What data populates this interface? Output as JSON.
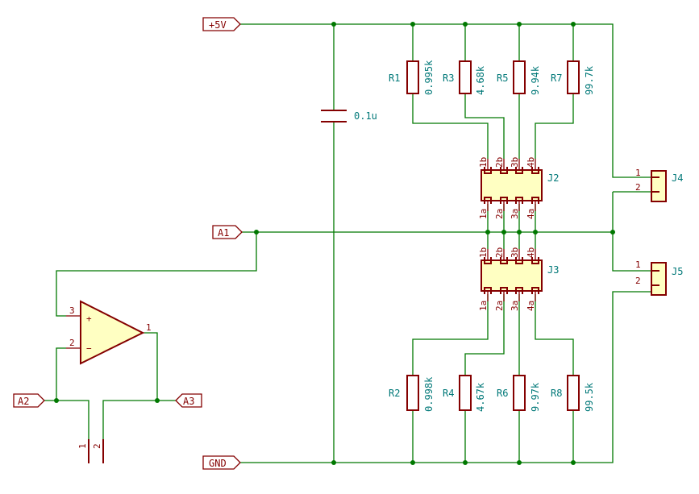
{
  "power_labels": {
    "vcc": "+5V",
    "gnd": "GND"
  },
  "net_labels": {
    "a1": "A1",
    "a2": "A2",
    "a3": "A3"
  },
  "capacitor": {
    "value": "0.1u"
  },
  "resistors_top": [
    {
      "ref": "R1",
      "value": "0.995k"
    },
    {
      "ref": "R3",
      "value": "4.68k"
    },
    {
      "ref": "R5",
      "value": "9.94k"
    },
    {
      "ref": "R7",
      "value": "99.7k"
    }
  ],
  "resistors_bottom": [
    {
      "ref": "R2",
      "value": "0.998k"
    },
    {
      "ref": "R4",
      "value": "4.67k"
    },
    {
      "ref": "R6",
      "value": "9.97k"
    },
    {
      "ref": "R8",
      "value": "99.5k"
    }
  ],
  "headers": {
    "j2": {
      "ref": "J2",
      "top_pins": [
        "1b",
        "2b",
        "3b",
        "4b"
      ],
      "bottom_pins": [
        "1a",
        "2a",
        "3a",
        "4a"
      ]
    },
    "j3": {
      "ref": "J3",
      "top_pins": [
        "1b",
        "2b",
        "3b",
        "4b"
      ],
      "bottom_pins": [
        "1a",
        "2a",
        "3a",
        "4a"
      ]
    }
  },
  "connectors": {
    "j4": {
      "ref": "J4",
      "pins": [
        "1",
        "2"
      ]
    },
    "j5": {
      "ref": "J5",
      "pins": [
        "1",
        "2"
      ]
    }
  },
  "opamp": {
    "pin_noninv": "3",
    "pin_inv": "2",
    "pin_out": "1",
    "plus": "+",
    "minus": "−"
  },
  "jumper": {
    "pins": [
      "1",
      "2"
    ]
  }
}
